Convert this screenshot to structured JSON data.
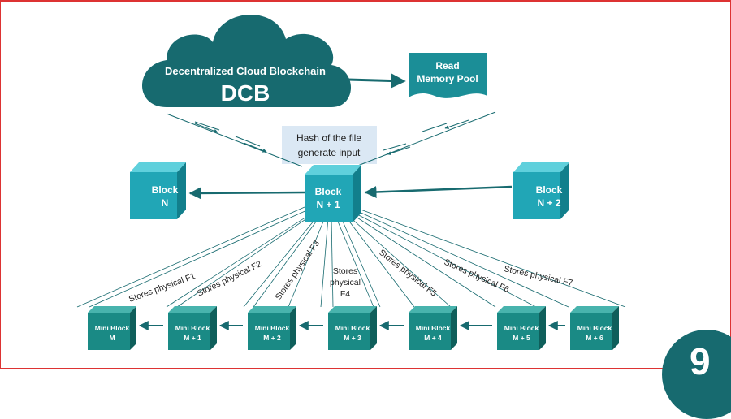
{
  "cloud": {
    "title": "Decentralized Cloud Blockchain",
    "acronym": "DCB"
  },
  "memory_pool": {
    "line1": "Read",
    "line2": "Memory Pool"
  },
  "hash_box": {
    "line1": "Hash of the file",
    "line2": "generate input"
  },
  "blocks": {
    "n": {
      "line1": "Block",
      "line2": "N"
    },
    "n1": {
      "line1": "Block",
      "line2": "N + 1"
    },
    "n2": {
      "line1": "Block",
      "line2": "N + 2"
    }
  },
  "mini_blocks": [
    {
      "line1": "Mini Block",
      "line2": "M"
    },
    {
      "line1": "Mini Block",
      "line2": "M + 1"
    },
    {
      "line1": "Mini Block",
      "line2": "M + 2"
    },
    {
      "line1": "Mini Block",
      "line2": "M + 3"
    },
    {
      "line1": "Mini Block",
      "line2": "M + 4"
    },
    {
      "line1": "Mini Block",
      "line2": "M + 5"
    },
    {
      "line1": "Mini Block",
      "line2": "M + 6"
    }
  ],
  "store_labels": {
    "f1": "Stores physical F1",
    "f2": "Stores physical F2",
    "f3": "Stores physical F3",
    "f4a": "Stores",
    "f4b": "physical",
    "f4c": "F4",
    "f5": "Stores physical F5",
    "f6": "Stores physical F6",
    "f7": "Stores physical F7"
  },
  "corner_badge": "9",
  "colors": {
    "teal_dark": "#176a6f",
    "cube_main": "#21a6b6",
    "mini_cube": "#1a8a85",
    "hash_bg": "#dbe8f4",
    "arrow": "#176a6f"
  }
}
